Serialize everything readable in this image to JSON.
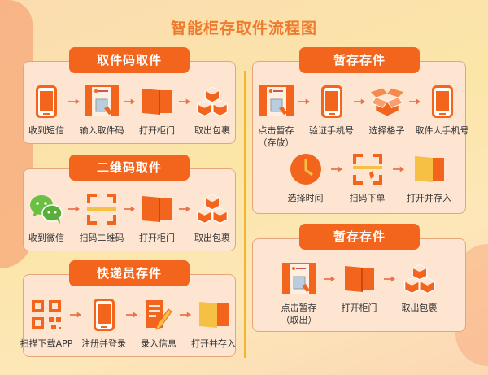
{
  "title": "智能柜存取件流程图",
  "colors": {
    "accent": "#f3641c",
    "title": "#ee7a2e",
    "divider": "#f3b52f",
    "panel": "#fde5d2"
  },
  "left": [
    {
      "header": "取件码取件",
      "steps": [
        {
          "icon": "phone-icon",
          "label": "收到短信"
        },
        {
          "icon": "kiosk-icon",
          "label": "输入取件码"
        },
        {
          "icon": "locker-door-icon",
          "label": "打开柜门"
        },
        {
          "icon": "boxes-icon",
          "label": "取出包裹"
        }
      ]
    },
    {
      "header": "二维码取件",
      "steps": [
        {
          "icon": "wechat-icon",
          "label": "收到微信"
        },
        {
          "icon": "scan-icon",
          "label": "扫码二维码"
        },
        {
          "icon": "locker-door-icon",
          "label": "打开柜门"
        },
        {
          "icon": "boxes-icon",
          "label": "取出包裹"
        }
      ]
    },
    {
      "header": "快递员存件",
      "steps": [
        {
          "icon": "qr-code-icon",
          "label": "扫描下载APP"
        },
        {
          "icon": "phone-icon",
          "label": "注册并登录"
        },
        {
          "icon": "document-pen-icon",
          "label": "录入信息"
        },
        {
          "icon": "locker-yellow-icon",
          "label": "打开并存入"
        }
      ]
    }
  ],
  "right": [
    {
      "header": "暂存存件",
      "row1": [
        {
          "icon": "kiosk-icon",
          "label": "点击暂存",
          "sub": "（存放）"
        },
        {
          "icon": "phone-icon",
          "label": "验证手机号"
        },
        {
          "icon": "open-box-icon",
          "label": "选择格子"
        },
        {
          "icon": "phone-icon",
          "label": "取件人手机号"
        }
      ],
      "row2": [
        {
          "icon": "clock-icon",
          "label": "选择时间"
        },
        {
          "icon": "scan-order-icon",
          "label": "扫码下单"
        },
        {
          "icon": "locker-yellow-icon",
          "label": "打开并存入"
        }
      ]
    },
    {
      "header": "暂存存件",
      "row1": [
        {
          "icon": "kiosk-icon",
          "label": "点击暂存",
          "sub": "（取出）"
        },
        {
          "icon": "locker-door-icon",
          "label": "打开柜门"
        },
        {
          "icon": "boxes-icon",
          "label": "取出包裹"
        }
      ]
    }
  ]
}
